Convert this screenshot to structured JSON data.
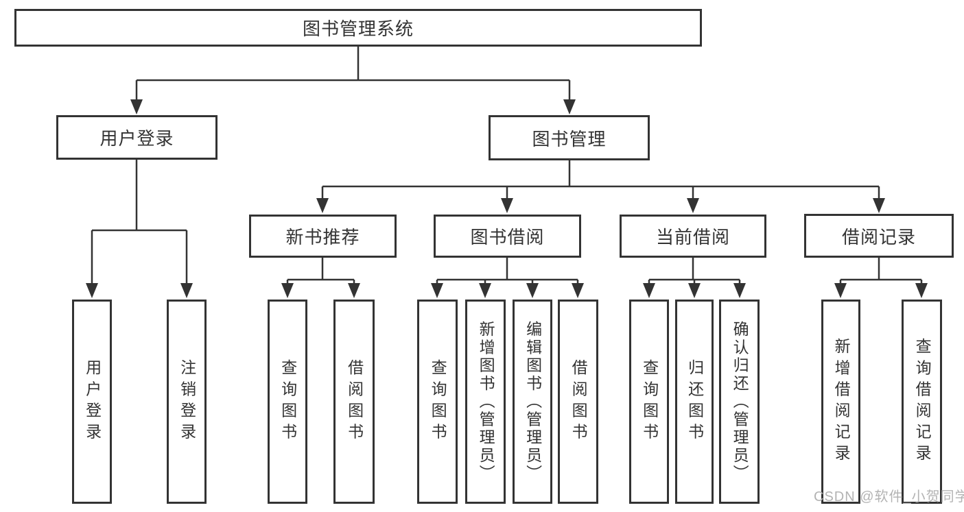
{
  "nodes": {
    "root": "图书管理系统",
    "user_login": "用户登录",
    "book_mgmt": "图书管理",
    "new_book": "新书推荐",
    "book_borrow": "图书借阅",
    "current_borrow": "当前借阅",
    "borrow_record": "借阅记录"
  },
  "leaves": {
    "user_login": [
      "用户登录",
      "注销登录"
    ],
    "new_book": [
      "查询图书",
      "借阅图书"
    ],
    "book_borrow": [
      "查询图书",
      "新增图书（管理员）",
      "编辑图书（管理员）",
      "借阅图书"
    ],
    "current_borrow": [
      "查询图书",
      "归还图书",
      "确认归还（管理员）"
    ],
    "borrow_record": [
      "新增借阅记录",
      "查询借阅记录"
    ]
  },
  "watermark": "CSDN @软件_小贺同学",
  "colors": {
    "line": "#333333",
    "text": "#333333",
    "watermark": "#b3b3b3",
    "background": "#ffffff"
  }
}
